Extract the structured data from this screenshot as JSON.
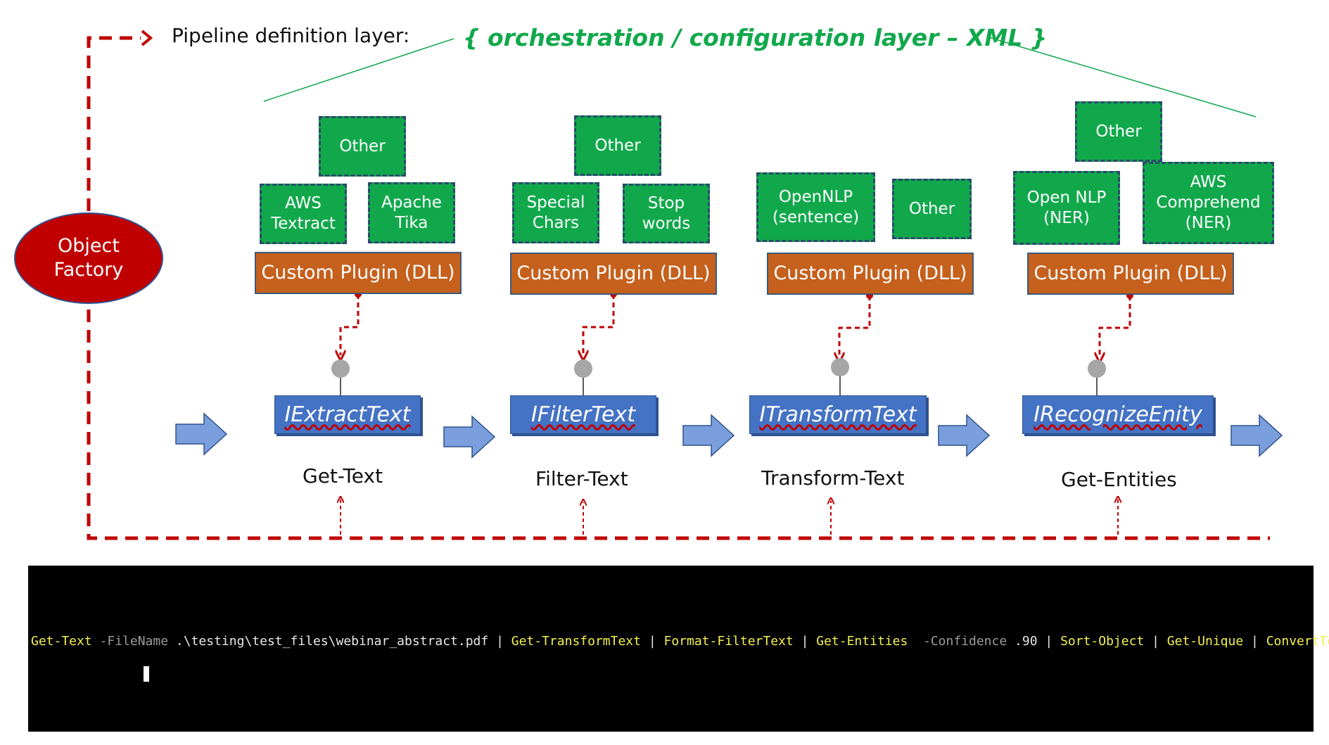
{
  "header": {
    "label": "Pipeline definition layer:",
    "orchestration": "{ orchestration / configuration layer – XML  }"
  },
  "object_factory": {
    "label": "Object\nFactory"
  },
  "plugin_label": "Custom Plugin (DLL)",
  "stages": [
    {
      "interface": "IExtractText",
      "name": "Get-Text",
      "providers": [
        "Other",
        "AWS\nTextract",
        "Apache\nTika"
      ]
    },
    {
      "interface": "IFilterText",
      "name": "Filter-Text",
      "providers": [
        "Other",
        "Special\nChars",
        "Stop\nwords"
      ]
    },
    {
      "interface": "ITransformText",
      "name": "Transform-Text",
      "providers": [
        "OpenNLP\n(sentence)",
        "Other"
      ]
    },
    {
      "interface": "IRecognizeEnity",
      "name": "Get-Entities",
      "providers": [
        "Other",
        "Open NLP\n(NER)",
        "AWS\nComprehend\n(NER)"
      ]
    }
  ],
  "terminal": {
    "tokens": [
      {
        "t": "Get-Text",
        "k": "cmd"
      },
      {
        "t": " -FileName",
        "k": "param"
      },
      {
        "t": " .\\testing\\test_files\\webinar_abstract.pdf",
        "k": "arg"
      },
      {
        "t": " | ",
        "k": "pipe"
      },
      {
        "t": "Get-TransformText",
        "k": "cmd"
      },
      {
        "t": " | ",
        "k": "pipe"
      },
      {
        "t": "Format-FilterText",
        "k": "cmd"
      },
      {
        "t": " | ",
        "k": "pipe"
      },
      {
        "t": "Get-Entities",
        "k": "cmd"
      },
      {
        "t": "  -Confidence",
        "k": "param"
      },
      {
        "t": " .90",
        "k": "num"
      },
      {
        "t": " | ",
        "k": "pipe"
      },
      {
        "t": "Sort-Object",
        "k": "cmd"
      },
      {
        "t": " | ",
        "k": "pipe"
      },
      {
        "t": "Get-Unique",
        "k": "cmd"
      },
      {
        "t": " | ",
        "k": "pipe"
      },
      {
        "t": "ConvertTo-Json",
        "k": "cmd"
      }
    ]
  },
  "colors": {
    "green": "#11a84c",
    "orange": "#c5601d",
    "blue": "#4472c4",
    "red": "#c00000",
    "dashed_red": "#c00000",
    "arrow_blue": "#7a9fdc",
    "terminal_bg": "#000000",
    "command_yellow": "#f3f04d"
  },
  "icons": [
    "right-arrow-icon",
    "dashed-arrow-icon",
    "lollipop-interface-icon",
    "terminal-cursor-icon"
  ]
}
